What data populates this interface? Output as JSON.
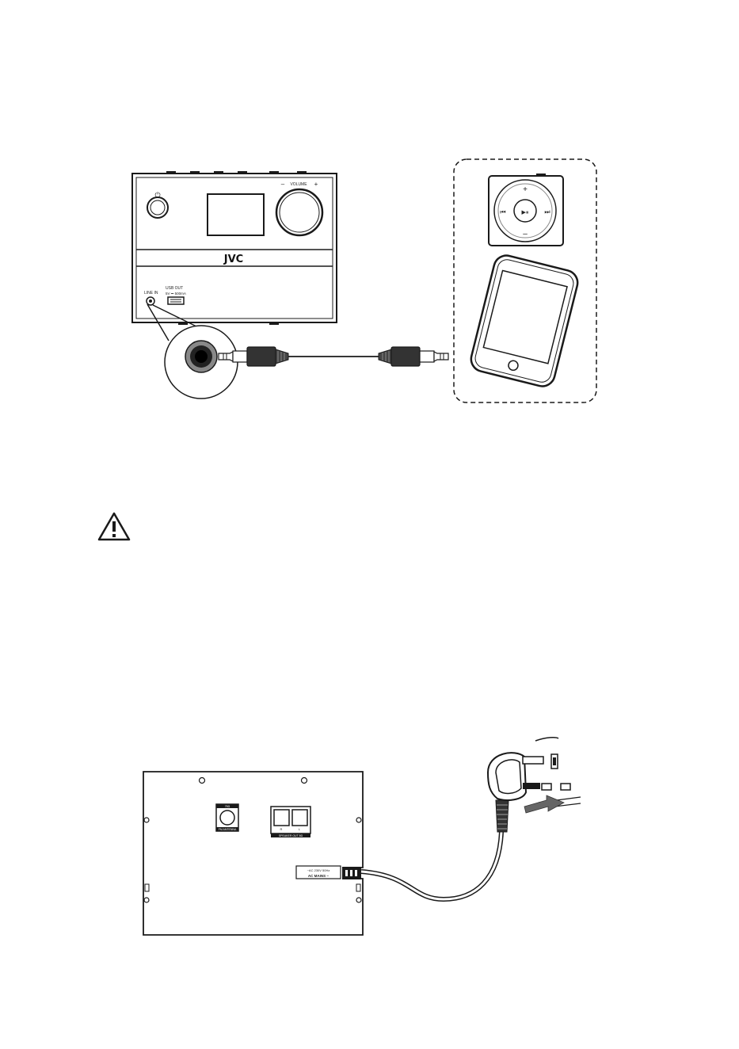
{
  "top_diagram": {
    "unit": {
      "brand": "JVC",
      "power_symbol": "⏻",
      "volume_label": "VOLUME",
      "volume_minus": "–",
      "volume_plus": "+",
      "line_in_label": "LINE IN",
      "usb_label_line1": "USB OUT",
      "usb_label_line2": "5V ⎓ 500mA"
    },
    "devices": {
      "player_plus": "+",
      "player_minus": "–",
      "player_prev": "⏮",
      "player_play": "▶⏸",
      "player_next": "⏭"
    }
  },
  "warning": {
    "icon": "warning-triangle-icon",
    "text": ""
  },
  "bottom_diagram": {
    "panel": {
      "antenna_top_label": "75Ω",
      "antenna_label": "FM ANTENNA",
      "speaker_label": "SPEAKER OUT 8Ω",
      "speaker_r": "R",
      "speaker_l": "L",
      "mains_line1": "~AC 230V 50Hz",
      "mains_line2": "AC MAINS ~"
    }
  },
  "colors": {
    "line": "#1a1a1a",
    "warning_gray": "#c8c8c8"
  }
}
